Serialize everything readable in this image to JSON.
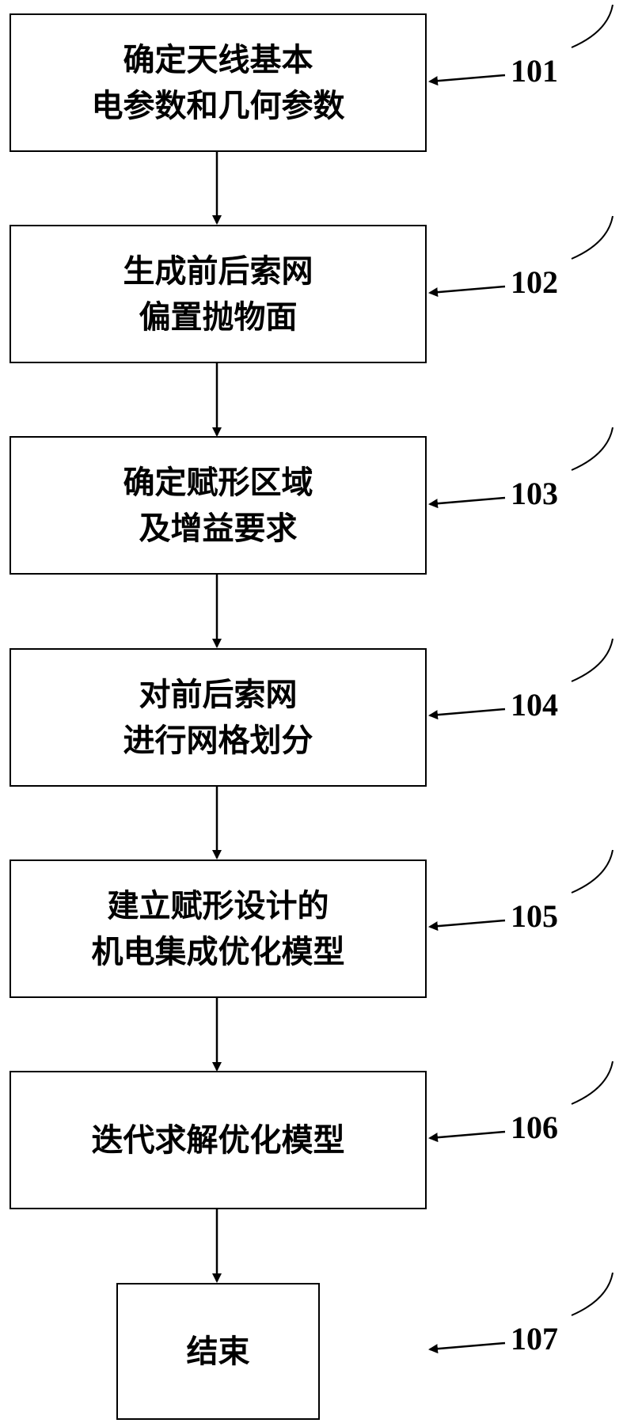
{
  "steps": [
    {
      "id": "101",
      "lines": [
        "确定天线基本",
        "电参数和几何参数"
      ],
      "ref": "101"
    },
    {
      "id": "102",
      "lines": [
        "生成前后索网",
        "偏置抛物面"
      ],
      "ref": "102"
    },
    {
      "id": "103",
      "lines": [
        "确定赋形区域",
        "及增益要求"
      ],
      "ref": "103"
    },
    {
      "id": "104",
      "lines": [
        "对前后索网",
        "进行网格划分"
      ],
      "ref": "104"
    },
    {
      "id": "105",
      "lines": [
        "建立赋形设计的",
        "机电集成优化模型"
      ],
      "ref": "105"
    },
    {
      "id": "106",
      "lines": [
        "迭代求解优化模型"
      ],
      "ref": "106"
    },
    {
      "id": "107",
      "lines": [
        "结束"
      ],
      "ref": "107"
    }
  ],
  "colors": {
    "stroke": "#000000",
    "fill": "#ffffff",
    "text": "#000000"
  }
}
